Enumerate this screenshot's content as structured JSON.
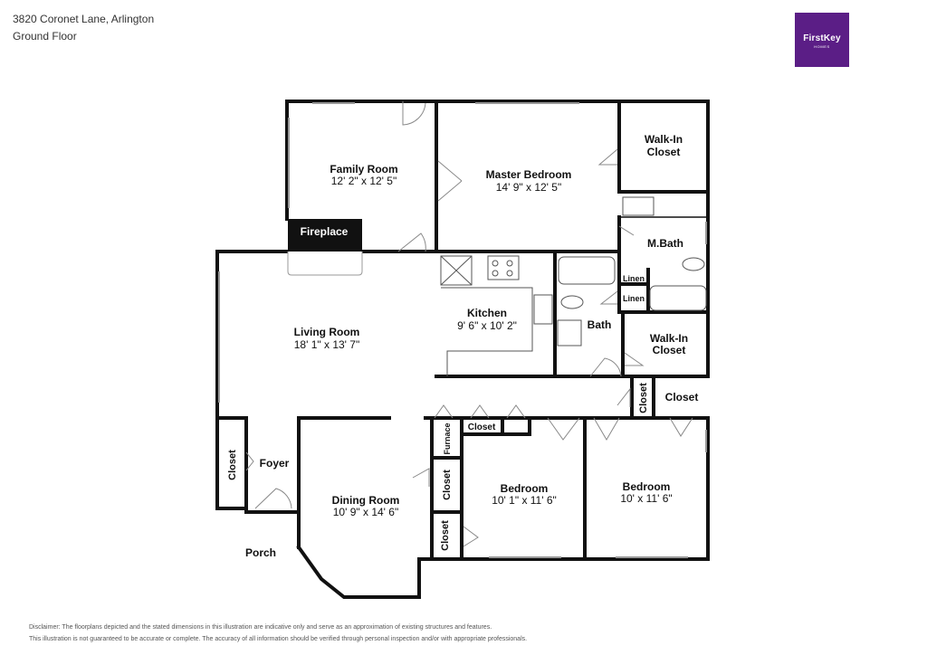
{
  "header": {
    "address": "3820 Coronet Lane, Arlington",
    "floor": "Ground Floor"
  },
  "logo": {
    "brand": "FirstKey",
    "sub": "HOMES",
    "color": "#5b1e86"
  },
  "rooms": {
    "family_room": {
      "name": "Family Room",
      "dims": "12' 2\" x 12' 5\""
    },
    "master_bedroom": {
      "name": "Master Bedroom",
      "dims": "14' 9\" x 12' 5\""
    },
    "walk_in_closet_1": {
      "name": "Walk-In",
      "name2": "Closet"
    },
    "m_bath": {
      "name": "M.Bath"
    },
    "fireplace": {
      "name": "Fireplace"
    },
    "linen_1": {
      "name": "Linen"
    },
    "linen_2": {
      "name": "Linen"
    },
    "living_room": {
      "name": "Living Room",
      "dims": "18' 1\" x 13' 7\""
    },
    "kitchen": {
      "name": "Kitchen",
      "dims": "9' 6\" x 10' 2\""
    },
    "bath": {
      "name": "Bath"
    },
    "walk_in_closet_2": {
      "name": "Walk-In",
      "name2": "Closet"
    },
    "closet_hall_v": {
      "name": "Closet"
    },
    "closet_hall_h": {
      "name": "Closet"
    },
    "closet_small": {
      "name": "Closet"
    },
    "furnace": {
      "name": "Furnace"
    },
    "closet_foyer": {
      "name": "Closet"
    },
    "foyer": {
      "name": "Foyer"
    },
    "closet_mid": {
      "name": "Closet"
    },
    "closet_low": {
      "name": "Closet"
    },
    "dining_room": {
      "name": "Dining Room",
      "dims": "10' 9\" x 14' 6\""
    },
    "bedroom_1": {
      "name": "Bedroom",
      "dims": "10' 1\" x 11' 6\""
    },
    "bedroom_2": {
      "name": "Bedroom",
      "dims": "10' x 11' 6\""
    },
    "porch": {
      "name": "Porch"
    }
  },
  "disclaimer": {
    "line1": "Disclaimer: The floorplans depicted and the stated dimensions in this illustration are indicative only and serve as an approximation of existing structures and features.",
    "line2": "This illustration is not guaranteed to be accurate or complete. The accuracy of all information should be verified through personal inspection and/or with appropriate professionals."
  }
}
